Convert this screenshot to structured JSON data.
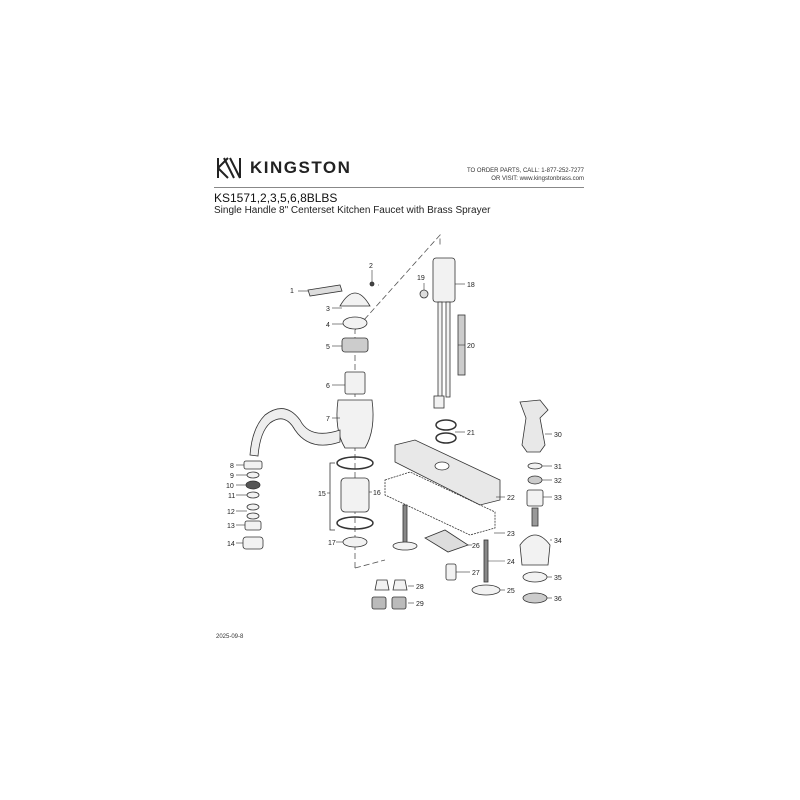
{
  "header": {
    "brand": "KINGSTON",
    "order_line1": "TO ORDER PARTS, CALL: 1-877-252-7277",
    "order_line2": "OR VISIT: www.kingstonbrass.com",
    "model": "KS1571,2,3,5,6,8BLBS",
    "subtitle": "Single Handle 8\" Centerset Kitchen Faucet with Brass Sprayer"
  },
  "date": "2025-09-8",
  "parts": [
    "1",
    "2",
    "3",
    "4",
    "5",
    "6",
    "7",
    "8",
    "9",
    "10",
    "11",
    "12",
    "13",
    "14",
    "15",
    "16",
    "17",
    "18",
    "19",
    "20",
    "21",
    "22",
    "23",
    "24",
    "25",
    "26",
    "27",
    "28",
    "29",
    "30",
    "31",
    "32",
    "33",
    "34",
    "35",
    "36"
  ]
}
